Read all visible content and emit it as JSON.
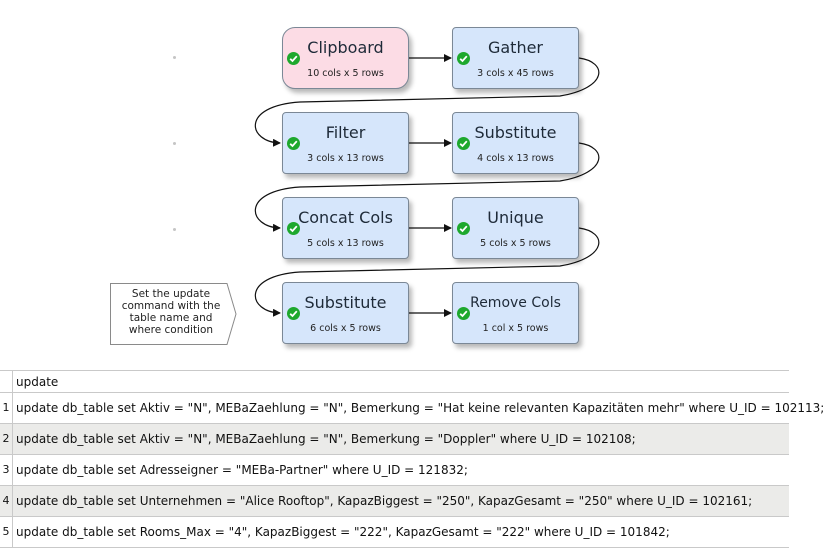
{
  "workflow": {
    "nodes": [
      {
        "title": "Clipboard",
        "sub": "10 cols x 5 rows"
      },
      {
        "title": "Gather",
        "sub": "3 cols x 45 rows"
      },
      {
        "title": "Filter",
        "sub": "3 cols x 13 rows"
      },
      {
        "title": "Substitute",
        "sub": "4 cols x 13 rows"
      },
      {
        "title": "Concat Cols",
        "sub": "5 cols x 13 rows"
      },
      {
        "title": "Unique",
        "sub": "5 cols x 5 rows"
      },
      {
        "title": "Substitute",
        "sub": "6 cols x 5 rows"
      },
      {
        "title": "Remove Cols",
        "sub": "1 col x 5 rows"
      }
    ],
    "callout_lines": [
      "Set the update",
      "command with the",
      "table name and",
      "where condition"
    ],
    "status_icon": "check-circle-icon",
    "colors": {
      "source_node": "#fcdce5",
      "node": "#d6e6fb",
      "status_ok": "#1ea82d"
    }
  },
  "table": {
    "header": "update",
    "rows": [
      {
        "index": "1",
        "value": "update db_table set Aktiv = \"N\", MEBaZaehlung = \"N\", Bemerkung = \"Hat keine relevanten Kapazitäten mehr\" where U_ID = 102113;"
      },
      {
        "index": "2",
        "value": "update db_table set Aktiv = \"N\", MEBaZaehlung = \"N\", Bemerkung = \"Doppler\" where U_ID = 102108;"
      },
      {
        "index": "3",
        "value": "update db_table set Adresseigner = \"MEBa-Partner\" where U_ID = 121832;"
      },
      {
        "index": "4",
        "value": "update db_table set Unternehmen = \"Alice Rooftop\", KapazBiggest = \"250\", KapazGesamt = \"250\" where U_ID = 102161;"
      },
      {
        "index": "5",
        "value": "update db_table set Rooms_Max = \"4\", KapazBiggest = \"222\", KapazGesamt = \"222\" where U_ID = 101842;"
      }
    ]
  }
}
